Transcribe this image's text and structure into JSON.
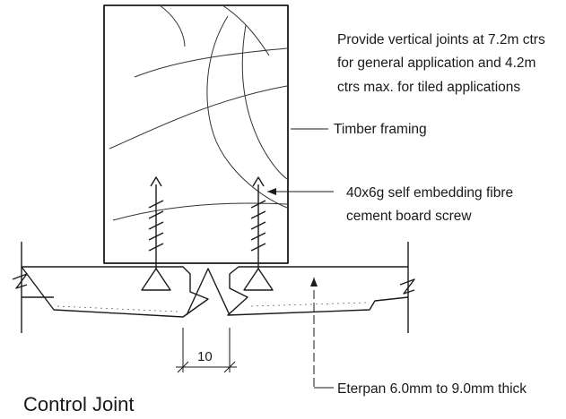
{
  "diagram": {
    "title": "Control Joint",
    "notes": {
      "joint_spacing": [
        "Provide vertical joints at 7.2m ctrs",
        "for general application and 4.2m",
        "ctrs max. for tiled applications"
      ],
      "framing": "Timber framing",
      "screw": [
        "40x6g self embedding fibre",
        "cement board screw"
      ],
      "board": "Eterpan 6.0mm to 9.0mm thick"
    },
    "dimension": "10"
  }
}
